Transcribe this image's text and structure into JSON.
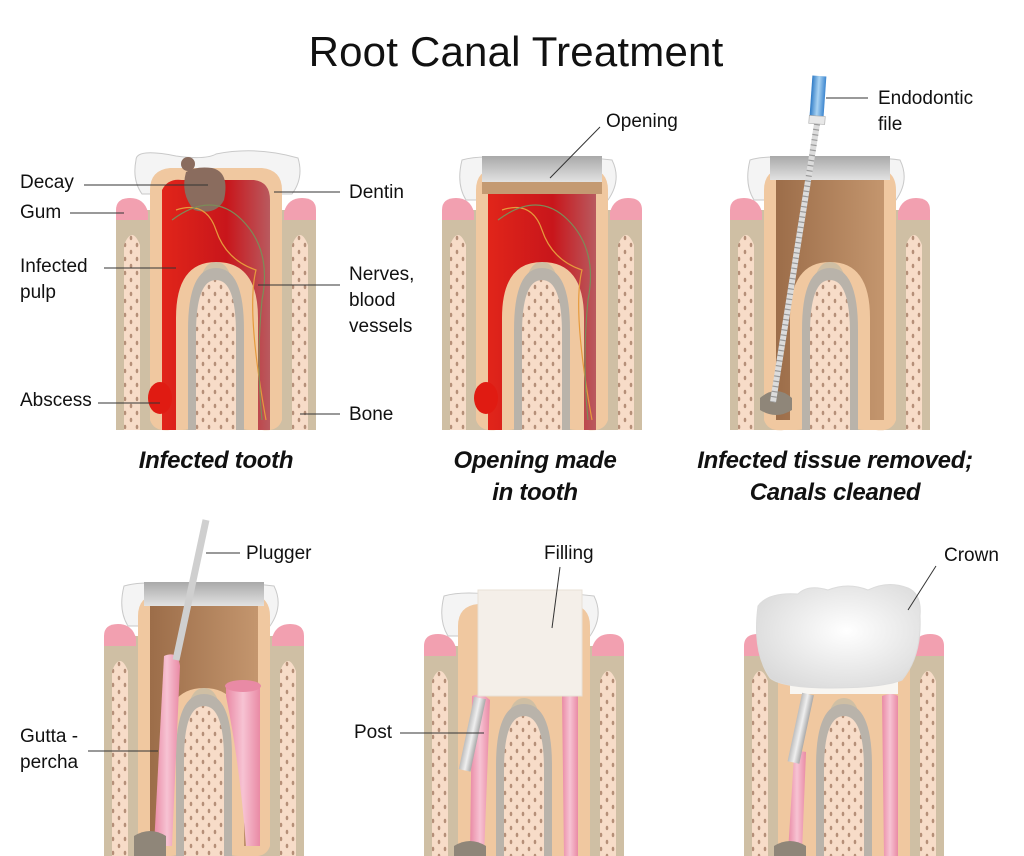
{
  "title": "Root Canal Treatment",
  "colors": {
    "gum": "#f2a0b0",
    "bone_outer": "#cfbfa4",
    "bone_inner": "#f7dcc8",
    "periodontal": "#b9b3aa",
    "dentin": "#f0c8a0",
    "pulp_infected": "#d9261c",
    "canal_cleaned": "#b98a64",
    "gutta_percha": "#f2a9c0",
    "enamel": "#f2f2f2",
    "opening": "#c9c9c9",
    "file_handle": "#4f9ad8",
    "crown": "#f8f8f8"
  },
  "panels": [
    {
      "id": "infected",
      "caption_lines": [
        "Infected tooth"
      ],
      "labels": [
        {
          "id": "decay",
          "text": "Decay"
        },
        {
          "id": "gum",
          "text": "Gum"
        },
        {
          "id": "infected-pulp",
          "text": "Infected\npulp"
        },
        {
          "id": "abscess",
          "text": "Abscess"
        },
        {
          "id": "dentin",
          "text": "Dentin"
        },
        {
          "id": "nerves",
          "text": "Nerves,\nblood\nvessels"
        },
        {
          "id": "bone",
          "text": "Bone"
        }
      ]
    },
    {
      "id": "opening",
      "caption_lines": [
        "Opening made",
        "in tooth"
      ],
      "labels": [
        {
          "id": "opening",
          "text": "Opening"
        }
      ]
    },
    {
      "id": "cleaned",
      "caption_lines": [
        "Infected tissue removed;",
        "Canals cleaned"
      ],
      "labels": [
        {
          "id": "endodontic-file",
          "text": "Endodontic\nfile"
        }
      ]
    },
    {
      "id": "filled",
      "caption_lines": [],
      "labels": [
        {
          "id": "plugger",
          "text": "Plugger"
        },
        {
          "id": "gutta-percha",
          "text": "Gutta -\npercha"
        }
      ]
    },
    {
      "id": "post",
      "caption_lines": [],
      "labels": [
        {
          "id": "filling",
          "text": "Filling"
        },
        {
          "id": "post",
          "text": "Post"
        }
      ]
    },
    {
      "id": "crown",
      "caption_lines": [],
      "labels": [
        {
          "id": "crown",
          "text": "Crown"
        }
      ]
    }
  ]
}
